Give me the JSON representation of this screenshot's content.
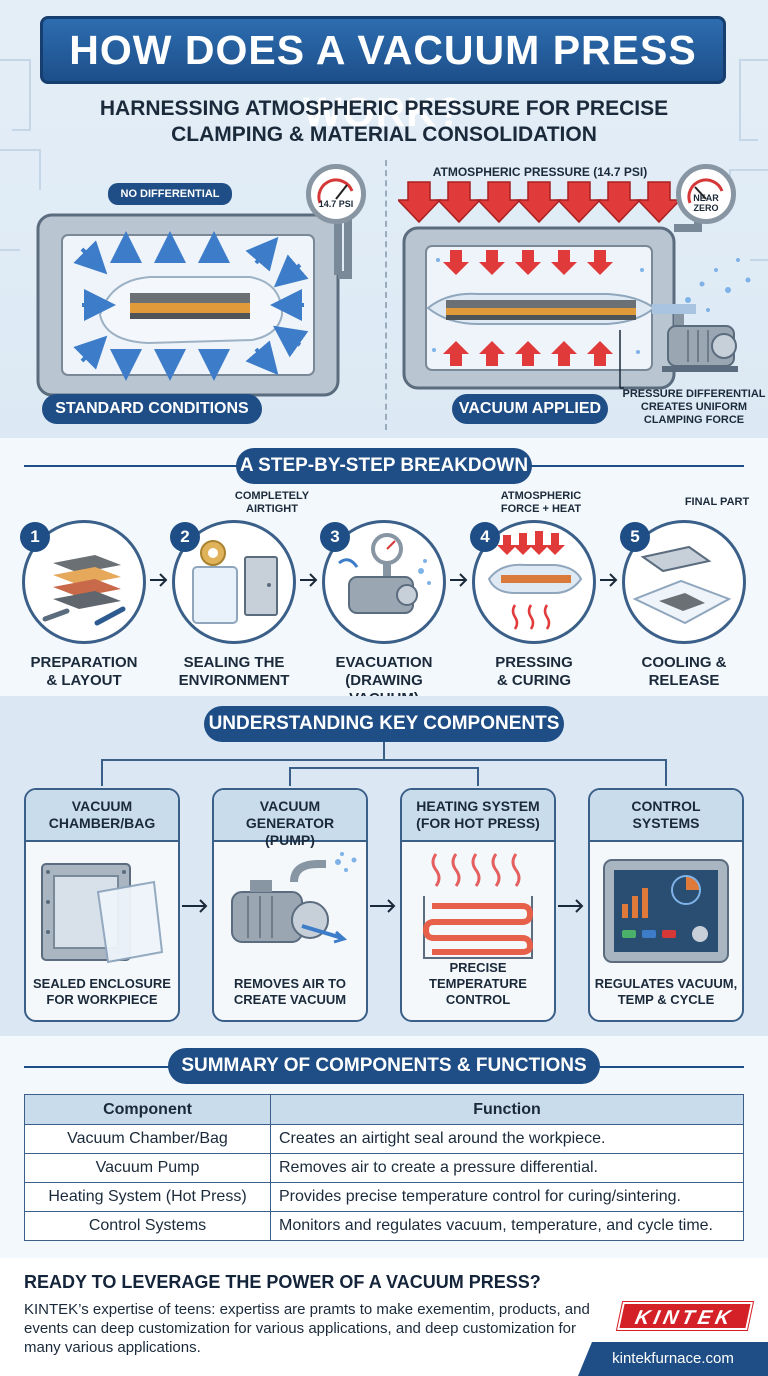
{
  "header": {
    "title": "HOW DOES A VACUUM PRESS WORK?",
    "subtitle": "HARNESSING ATMOSPHERIC PRESSURE FOR PRECISE CLAMPING & MATERIAL CONSOLIDATION"
  },
  "diagram_left": {
    "callout": "NO DIFFERENTIAL",
    "gauge": "14.7 PSI",
    "label": "STANDARD CONDITIONS"
  },
  "diagram_right": {
    "top_label": "ATMOSPHERIC PRESSURE (14.7 PSI)",
    "gauge_line1": "NEAR",
    "gauge_line2": "ZERO",
    "label": "VACUUM APPLIED",
    "callout_line1": "PRESSURE DIFFERENTIAL",
    "callout_line2": "CREATES UNIFORM",
    "callout_line3": "CLAMPING FORCE"
  },
  "steps": {
    "heading": "A STEP-BY-STEP BREAKDOWN",
    "items": [
      {
        "num": "1",
        "line1": "PREPARATION",
        "line2": "& LAYOUT",
        "note1": "",
        "note2": ""
      },
      {
        "num": "2",
        "line1": "SEALING THE",
        "line2": "ENVIRONMENT",
        "note1": "COMPLETELY",
        "note2": "AIRTIGHT"
      },
      {
        "num": "3",
        "line1": "EVACUATION",
        "line2": "(DRAWING VACUUM)",
        "note1": "",
        "note2": ""
      },
      {
        "num": "4",
        "line1": "PRESSING",
        "line2": "& CURING",
        "note1": "ATMOSPHERIC",
        "note2": "FORCE + HEAT"
      },
      {
        "num": "5",
        "line1": "COOLING &",
        "line2": "RELEASE",
        "note1": "FINAL PART",
        "note2": ""
      }
    ]
  },
  "components": {
    "heading": "UNDERSTANDING KEY COMPONENTS",
    "items": [
      {
        "head1": "VACUUM",
        "head2": "CHAMBER/BAG",
        "foot1": "SEALED ENCLOSURE",
        "foot2": "FOR WORKPIECE"
      },
      {
        "head1": "VACUUM GENERATOR",
        "head2": "(PUMP)",
        "foot1": "REMOVES AIR TO",
        "foot2": "CREATE VACUUM"
      },
      {
        "head1": "HEATING SYSTEM",
        "head2": "(FOR HOT PRESS)",
        "foot1": "PRECISE TEMPERATURE",
        "foot2": "CONTROL"
      },
      {
        "head1": "CONTROL",
        "head2": "SYSTEMS",
        "foot1": "REGULATES VACUUM,",
        "foot2": "TEMP & CYCLE"
      }
    ]
  },
  "summary": {
    "heading": "SUMMARY OF COMPONENTS & FUNCTIONS",
    "col1": "Component",
    "col2": "Function",
    "rows": [
      {
        "component": "Vacuum Chamber/Bag",
        "function": "Creates an airtight seal around the workpiece."
      },
      {
        "component": "Vacuum Pump",
        "function": "Removes air to create a pressure differential."
      },
      {
        "component": "Heating System (Hot Press)",
        "function": "Provides precise temperature control for curing/sintering."
      },
      {
        "component": "Control Systems",
        "function": "Monitors and regulates vacuum, temperature, and cycle time."
      }
    ]
  },
  "cta": {
    "title": "READY TO LEVERAGE THE POWER OF A VACUUM PRESS?",
    "body": "KINTEK’s expertise of teens: expertiss are pramts to make exementim, products, and events can deep customization for various applications, and deep customization for many various applications.",
    "logo": "KINTEK",
    "url": "kintekfurnace.com"
  },
  "colors": {
    "navy": "#1f4e86",
    "pressure_red": "#e03a3a",
    "flow_blue": "#3d7cc9",
    "background": "#e8f1f8"
  }
}
